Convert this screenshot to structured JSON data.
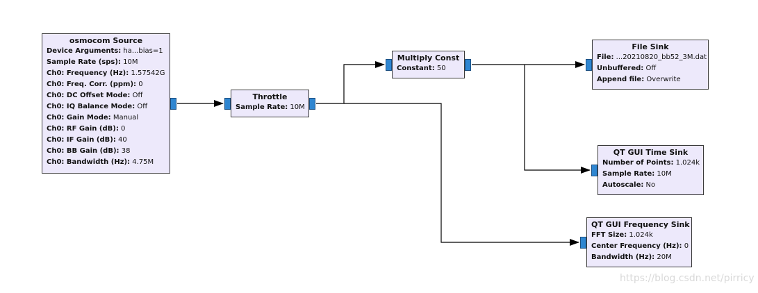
{
  "blocks": {
    "osmocom_source": {
      "title": "osmocom Source",
      "params": [
        {
          "key": "Device Arguments:",
          "value": "ha...bias=1"
        },
        {
          "key": "Sample Rate (sps):",
          "value": "10M"
        },
        {
          "key": "Ch0: Frequency (Hz):",
          "value": "1.57542G"
        },
        {
          "key": "Ch0: Freq. Corr. (ppm):",
          "value": "0"
        },
        {
          "key": "Ch0: DC Offset Mode:",
          "value": "Off"
        },
        {
          "key": "Ch0: IQ Balance Mode:",
          "value": "Off"
        },
        {
          "key": "Ch0: Gain Mode:",
          "value": "Manual"
        },
        {
          "key": "Ch0: RF Gain (dB):",
          "value": "0"
        },
        {
          "key": "Ch0: IF Gain (dB):",
          "value": "40"
        },
        {
          "key": "Ch0: BB Gain (dB):",
          "value": "38"
        },
        {
          "key": "Ch0: Bandwidth (Hz):",
          "value": "4.75M"
        }
      ]
    },
    "throttle": {
      "title": "Throttle",
      "params": [
        {
          "key": "Sample Rate:",
          "value": "10M"
        }
      ]
    },
    "multiply_const": {
      "title": "Multiply Const",
      "params": [
        {
          "key": "Constant:",
          "value": "50"
        }
      ]
    },
    "file_sink": {
      "title": "File Sink",
      "params": [
        {
          "key": "File:",
          "value": "...20210820_bb52_3M.dat"
        },
        {
          "key": "Unbuffered:",
          "value": "Off"
        },
        {
          "key": "Append file:",
          "value": "Overwrite"
        }
      ]
    },
    "qt_gui_time_sink": {
      "title": "QT GUI Time Sink",
      "params": [
        {
          "key": "Number of Points:",
          "value": "1.024k"
        },
        {
          "key": "Sample Rate:",
          "value": "10M"
        },
        {
          "key": "Autoscale:",
          "value": "No"
        }
      ]
    },
    "qt_gui_frequency_sink": {
      "title": "QT GUI Frequency Sink",
      "params": [
        {
          "key": "FFT Size:",
          "value": "1.024k"
        },
        {
          "key": "Center Frequency (Hz):",
          "value": "0"
        },
        {
          "key": "Bandwidth (Hz):",
          "value": "20M"
        }
      ]
    }
  },
  "connections": [
    {
      "from": "osmocom_source",
      "to": "throttle"
    },
    {
      "from": "throttle",
      "to": "multiply_const"
    },
    {
      "from": "throttle",
      "to": "qt_gui_frequency_sink"
    },
    {
      "from": "multiply_const",
      "to": "file_sink"
    },
    {
      "from": "multiply_const",
      "to": "qt_gui_time_sink"
    }
  ],
  "watermark": "https://blog.csdn.net/pirricy",
  "colors": {
    "block_fill": "#ede9fb",
    "block_border": "#3a3a3a",
    "port_fill": "#2f86d1",
    "wire": "#000000"
  }
}
